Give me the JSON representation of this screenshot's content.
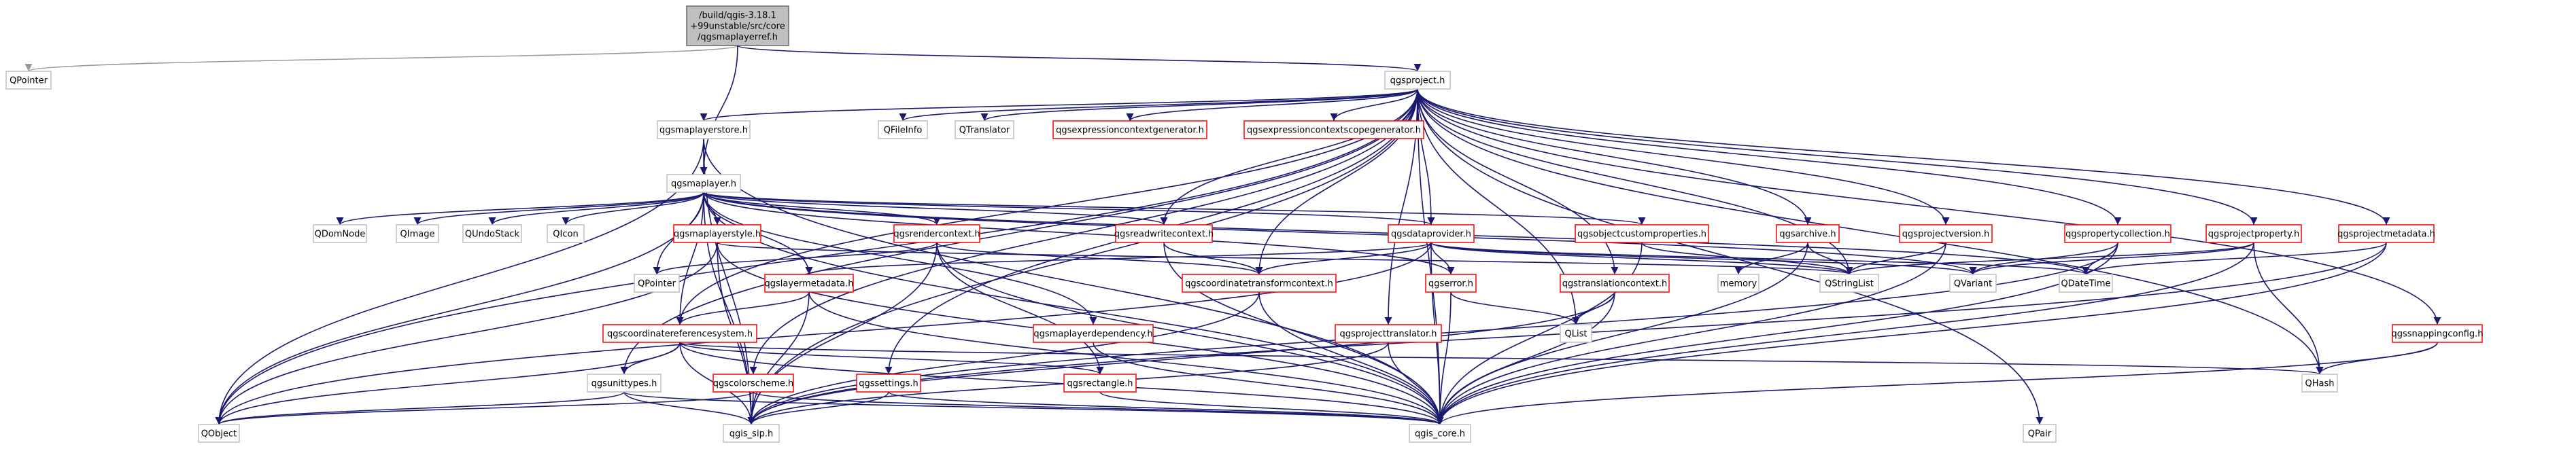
{
  "colors": {
    "edge": "#191970",
    "edge_gray": "#9a9a9a",
    "node_fill": "#ffffff",
    "node_border_default": "#bfbfbf",
    "node_border_red": "#ff0000",
    "node_border_root": "#666666",
    "root_fill": "#bfbfbf"
  },
  "nodes": [
    {
      "id": "root",
      "lines": [
        "/build/qgis-3.18.1",
        "+99unstable/src/core",
        "/qgsmaplayerref.h"
      ],
      "style": "root"
    },
    {
      "id": "QPointer_top",
      "lines": [
        "QPointer"
      ],
      "style": "default"
    },
    {
      "id": "qgsproject",
      "lines": [
        "qgsproject.h"
      ],
      "style": "default"
    },
    {
      "id": "qgsmaplayerstore",
      "lines": [
        "qgsmaplayerstore.h"
      ],
      "style": "default"
    },
    {
      "id": "QFileInfo",
      "lines": [
        "QFileInfo"
      ],
      "style": "default"
    },
    {
      "id": "QTranslator",
      "lines": [
        "QTranslator"
      ],
      "style": "default"
    },
    {
      "id": "qgsexprctxgen",
      "lines": [
        "qgsexpressioncontextgenerator.h"
      ],
      "style": "red"
    },
    {
      "id": "qgsexprctxscopegen",
      "lines": [
        "qgsexpressioncontextscopegenerator.h"
      ],
      "style": "red"
    },
    {
      "id": "qgsmaplayer",
      "lines": [
        "qgsmaplayer.h"
      ],
      "style": "default"
    },
    {
      "id": "QDomNode",
      "lines": [
        "QDomNode"
      ],
      "style": "default"
    },
    {
      "id": "QImage",
      "lines": [
        "QImage"
      ],
      "style": "default"
    },
    {
      "id": "QUndoStack",
      "lines": [
        "QUndoStack"
      ],
      "style": "default"
    },
    {
      "id": "QIcon",
      "lines": [
        "QIcon"
      ],
      "style": "default"
    },
    {
      "id": "qgsmaplayerstyle",
      "lines": [
        "qgsmaplayerstyle.h"
      ],
      "style": "red"
    },
    {
      "id": "qgsrendercontext",
      "lines": [
        "qgsrendercontext.h"
      ],
      "style": "red"
    },
    {
      "id": "qgsreadwritecontext",
      "lines": [
        "qgsreadwritecontext.h"
      ],
      "style": "red"
    },
    {
      "id": "qgsdataprovider",
      "lines": [
        "qgsdataprovider.h"
      ],
      "style": "red"
    },
    {
      "id": "qgsobjectcustomproperties",
      "lines": [
        "qgsobjectcustomproperties.h"
      ],
      "style": "red"
    },
    {
      "id": "qgsarchive",
      "lines": [
        "qgsarchive.h"
      ],
      "style": "red"
    },
    {
      "id": "qgsprojectversion",
      "lines": [
        "qgsprojectversion.h"
      ],
      "style": "red"
    },
    {
      "id": "qgspropertycollection",
      "lines": [
        "qgspropertycollection.h"
      ],
      "style": "red"
    },
    {
      "id": "qgsprojectproperty",
      "lines": [
        "qgsprojectproperty.h"
      ],
      "style": "red"
    },
    {
      "id": "qgsprojectmetadata",
      "lines": [
        "qgsprojectmetadata.h"
      ],
      "style": "red"
    },
    {
      "id": "QPointer_mid",
      "lines": [
        "QPointer"
      ],
      "style": "default"
    },
    {
      "id": "qgslayermetadata",
      "lines": [
        "qgslayermetadata.h"
      ],
      "style": "red"
    },
    {
      "id": "qgscoordtransformctx",
      "lines": [
        "qgscoordinatetransformcontext.h"
      ],
      "style": "red"
    },
    {
      "id": "qgserror",
      "lines": [
        "qgserror.h"
      ],
      "style": "red"
    },
    {
      "id": "memory",
      "lines": [
        "memory"
      ],
      "style": "default"
    },
    {
      "id": "qgstranslationcontext",
      "lines": [
        "qgstranslationcontext.h"
      ],
      "style": "red"
    },
    {
      "id": "QStringList",
      "lines": [
        "QStringList"
      ],
      "style": "default"
    },
    {
      "id": "QVariant",
      "lines": [
        "QVariant"
      ],
      "style": "default"
    },
    {
      "id": "QDateTime",
      "lines": [
        "QDateTime"
      ],
      "style": "default"
    },
    {
      "id": "qgsmaplayerdependency",
      "lines": [
        "qgsmaplayerdependency.h"
      ],
      "style": "red"
    },
    {
      "id": "qgsprojecttranslator",
      "lines": [
        "qgsprojecttranslator.h"
      ],
      "style": "red"
    },
    {
      "id": "QList",
      "lines": [
        "QList"
      ],
      "style": "default"
    },
    {
      "id": "qgscrs",
      "lines": [
        "qgscoordinatereferencesystem.h"
      ],
      "style": "red"
    },
    {
      "id": "qgssnappingconfig",
      "lines": [
        "qgssnappingconfig.h"
      ],
      "style": "red"
    },
    {
      "id": "qgsunittypes",
      "lines": [
        "qgsunittypes.h"
      ],
      "style": "default"
    },
    {
      "id": "qgscolorscheme",
      "lines": [
        "qgscolorscheme.h"
      ],
      "style": "red"
    },
    {
      "id": "qgssettings",
      "lines": [
        "qgssettings.h"
      ],
      "style": "red"
    },
    {
      "id": "qgsrectangle",
      "lines": [
        "qgsrectangle.h"
      ],
      "style": "red"
    },
    {
      "id": "QHash",
      "lines": [
        "QHash"
      ],
      "style": "default"
    },
    {
      "id": "QObject",
      "lines": [
        "QObject"
      ],
      "style": "default"
    },
    {
      "id": "qgis_sip",
      "lines": [
        "qgis_sip.h"
      ],
      "style": "default"
    },
    {
      "id": "qgis_core",
      "lines": [
        "qgis_core.h"
      ],
      "style": "default"
    },
    {
      "id": "QPair",
      "lines": [
        "QPair"
      ],
      "style": "default"
    }
  ],
  "edges": [
    [
      "root",
      "QPointer_top"
    ],
    [
      "root",
      "qgsproject"
    ],
    [
      "root",
      "qgsmaplayer"
    ],
    [
      "qgsproject",
      "qgsmaplayerstore"
    ],
    [
      "qgsproject",
      "QFileInfo"
    ],
    [
      "qgsproject",
      "QTranslator"
    ],
    [
      "qgsproject",
      "qgsexprctxgen"
    ],
    [
      "qgsproject",
      "qgsexprctxscopegen"
    ],
    [
      "qgsproject",
      "qgsdataprovider"
    ],
    [
      "qgsproject",
      "qgsreadwritecontext"
    ],
    [
      "qgsproject",
      "qgsarchive"
    ],
    [
      "qgsproject",
      "qgsprojectversion"
    ],
    [
      "qgsproject",
      "qgspropertycollection"
    ],
    [
      "qgsproject",
      "qgsprojectproperty"
    ],
    [
      "qgsproject",
      "qgsprojectmetadata"
    ],
    [
      "qgsproject",
      "qgssnappingconfig"
    ],
    [
      "qgsproject",
      "qgstranslationcontext"
    ],
    [
      "qgsproject",
      "qgsprojecttranslator"
    ],
    [
      "qgsproject",
      "qgscoordtransformctx"
    ],
    [
      "qgsproject",
      "QStringList"
    ],
    [
      "qgsproject",
      "QList"
    ],
    [
      "qgsproject",
      "qgssettings"
    ],
    [
      "qgsproject",
      "qgscrs"
    ],
    [
      "qgsproject",
      "qgsunittypes"
    ],
    [
      "qgsproject",
      "qgscolorscheme"
    ],
    [
      "qgsproject",
      "QHash"
    ],
    [
      "qgsproject",
      "QObject"
    ],
    [
      "qgsproject",
      "qgis_core"
    ],
    [
      "qgsproject",
      "QPair"
    ],
    [
      "qgsproject",
      "qgis_sip"
    ],
    [
      "qgsmaplayerstore",
      "qgsmaplayer"
    ],
    [
      "qgsmaplayerstore",
      "qgis_core"
    ],
    [
      "qgsmaplayerstore",
      "qgis_sip"
    ],
    [
      "qgsmaplayerstore",
      "QObject"
    ],
    [
      "qgsmaplayer",
      "QDomNode"
    ],
    [
      "qgsmaplayer",
      "QImage"
    ],
    [
      "qgsmaplayer",
      "QUndoStack"
    ],
    [
      "qgsmaplayer",
      "QIcon"
    ],
    [
      "qgsmaplayer",
      "qgsmaplayerstyle"
    ],
    [
      "qgsmaplayer",
      "qgsrendercontext"
    ],
    [
      "qgsmaplayer",
      "qgsreadwritecontext"
    ],
    [
      "qgsmaplayer",
      "qgsdataprovider"
    ],
    [
      "qgsmaplayer",
      "qgsobjectcustomproperties"
    ],
    [
      "qgsmaplayer",
      "QPointer_mid"
    ],
    [
      "qgsmaplayer",
      "qgslayermetadata"
    ],
    [
      "qgsmaplayer",
      "qgsmaplayerdependency"
    ],
    [
      "qgsmaplayer",
      "qgserror"
    ],
    [
      "qgsmaplayer",
      "qgscrs"
    ],
    [
      "qgsmaplayer",
      "qgis_sip"
    ],
    [
      "qgsmaplayer",
      "qgis_core"
    ],
    [
      "qgsmaplayer",
      "QObject"
    ],
    [
      "qgsmaplayer",
      "QVariant"
    ],
    [
      "qgsmaplayer",
      "QDateTime"
    ],
    [
      "qgsmaplayerstyle",
      "qgis_core"
    ],
    [
      "qgsmaplayerstyle",
      "qgis_sip"
    ],
    [
      "qgsmaplayerstyle",
      "QStringList"
    ],
    [
      "qgsmaplayerstyle",
      "QObject"
    ],
    [
      "qgsrendercontext",
      "qgsrectangle"
    ],
    [
      "qgsrendercontext",
      "qgscoordtransformctx"
    ],
    [
      "qgsrendercontext",
      "qgis_core"
    ],
    [
      "qgsrendercontext",
      "qgis_sip"
    ],
    [
      "qgsrendercontext",
      "QPointer_mid"
    ],
    [
      "qgsreadwritecontext",
      "qgscoordtransformctx"
    ],
    [
      "qgsreadwritecontext",
      "qgis_core"
    ],
    [
      "qgsdataprovider",
      "qgslayermetadata"
    ],
    [
      "qgsdataprovider",
      "qgserror"
    ],
    [
      "qgsdataprovider",
      "qgscoordtransformctx"
    ],
    [
      "qgsdataprovider",
      "qgis_core"
    ],
    [
      "qgsdataprovider",
      "QObject"
    ],
    [
      "qgsdataprovider",
      "QDateTime"
    ],
    [
      "qgsdataprovider",
      "QVariant"
    ],
    [
      "qgsdataprovider",
      "QStringList"
    ],
    [
      "qgsobjectcustomproperties",
      "qgis_core"
    ],
    [
      "qgsobjectcustomproperties",
      "QStringList"
    ],
    [
      "qgsarchive",
      "memory"
    ],
    [
      "qgsarchive",
      "QStringList"
    ],
    [
      "qgsarchive",
      "qgis_core"
    ],
    [
      "qgsprojectversion",
      "QStringList"
    ],
    [
      "qgsprojectversion",
      "qgis_core"
    ],
    [
      "qgspropertycollection",
      "QVariant"
    ],
    [
      "qgspropertycollection",
      "QDateTime"
    ],
    [
      "qgspropertycollection",
      "qgis_core"
    ],
    [
      "qgspropertycollection",
      "qgis_sip"
    ],
    [
      "qgsprojectproperty",
      "QHash"
    ],
    [
      "qgsprojectproperty",
      "QVariant"
    ],
    [
      "qgsprojectproperty",
      "QStringList"
    ],
    [
      "qgsprojectproperty",
      "qgis_core"
    ],
    [
      "qgsprojectmetadata",
      "QDateTime"
    ],
    [
      "qgsprojectmetadata",
      "qgis_core"
    ],
    [
      "qgsprojectmetadata",
      "qgis_sip"
    ],
    [
      "qgslayermetadata",
      "qgscrs"
    ],
    [
      "qgslayermetadata",
      "qgis_sip"
    ],
    [
      "qgslayermetadata",
      "qgis_core"
    ],
    [
      "qgscoordtransformctx",
      "qgis_core"
    ],
    [
      "qgscoordtransformctx",
      "qgis_sip"
    ],
    [
      "qgserror",
      "QList"
    ],
    [
      "qgserror",
      "qgis_core"
    ],
    [
      "qgstranslationcontext",
      "QList"
    ],
    [
      "qgstranslationcontext",
      "qgis_core"
    ],
    [
      "qgstranslationcontext",
      "qgis_sip"
    ],
    [
      "qgsmaplayerdependency",
      "qgis_core"
    ],
    [
      "qgsprojecttranslator",
      "qgis_core"
    ],
    [
      "qgsprojecttranslator",
      "qgis_sip"
    ],
    [
      "qgscrs",
      "qgsunittypes"
    ],
    [
      "qgscrs",
      "qgis_sip"
    ],
    [
      "qgscrs",
      "qgis_core"
    ],
    [
      "qgscrs",
      "QObject"
    ],
    [
      "qgscrs",
      "QHash"
    ],
    [
      "qgscrs",
      "qgsrectangle"
    ],
    [
      "qgssnappingconfig",
      "QHash"
    ],
    [
      "qgssnappingconfig",
      "qgis_core"
    ],
    [
      "qgsunittypes",
      "qgis_sip"
    ],
    [
      "qgsunittypes",
      "qgis_core"
    ],
    [
      "qgsunittypes",
      "QObject"
    ],
    [
      "qgscolorscheme",
      "qgis_sip"
    ],
    [
      "qgscolorscheme",
      "qgis_core"
    ],
    [
      "qgscolorscheme",
      "QObject"
    ],
    [
      "qgssettings",
      "qgis_core"
    ],
    [
      "qgssettings",
      "qgis_sip"
    ],
    [
      "qgsrectangle",
      "qgis_core"
    ]
  ]
}
